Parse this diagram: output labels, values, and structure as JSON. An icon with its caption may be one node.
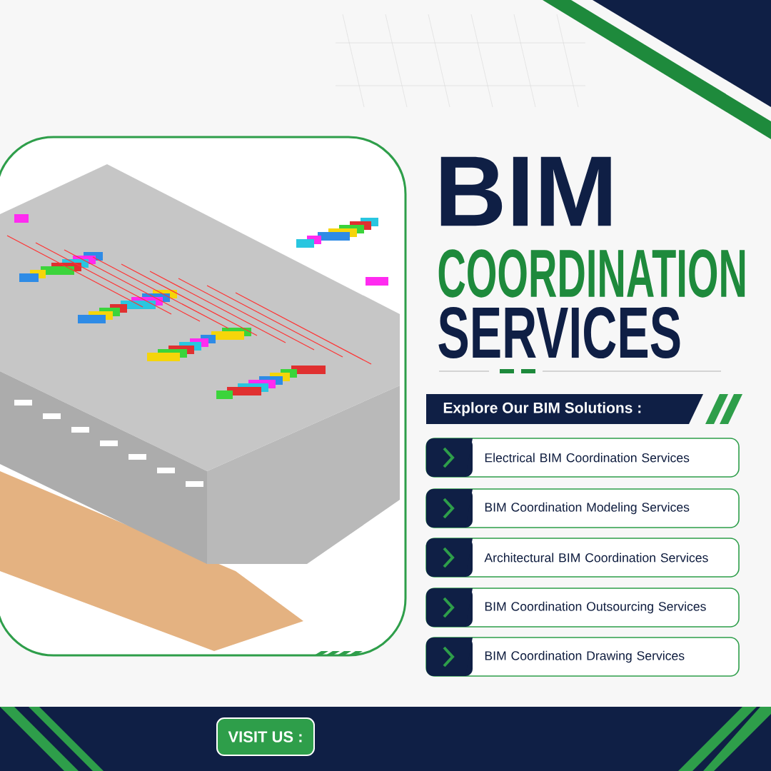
{
  "diagram": {
    "title": "BIM",
    "nodes": [
      {
        "text": [
          "Explore Our BIM Solutions :"
        ]
      },
      {
        "text": [
          "Electrical BIM Coordination Services"
        ]
      },
      {
        "text": [
          "BIM Coordination Modeling Services"
        ]
      },
      {
        "text": [
          "Architectural BIM Coordination Services"
        ]
      },
      {
        "text": [
          "BIM Coordination Outsourcing Services"
        ]
      },
      {
        "text": [
          "BIM Coordination Drawing Services"
        ]
      },
      {
        "text": [
          "VISIT US :"
        ]
      }
    ],
    "labels": [
      "COORDINATION",
      "SERVICES"
    ]
  }
}
